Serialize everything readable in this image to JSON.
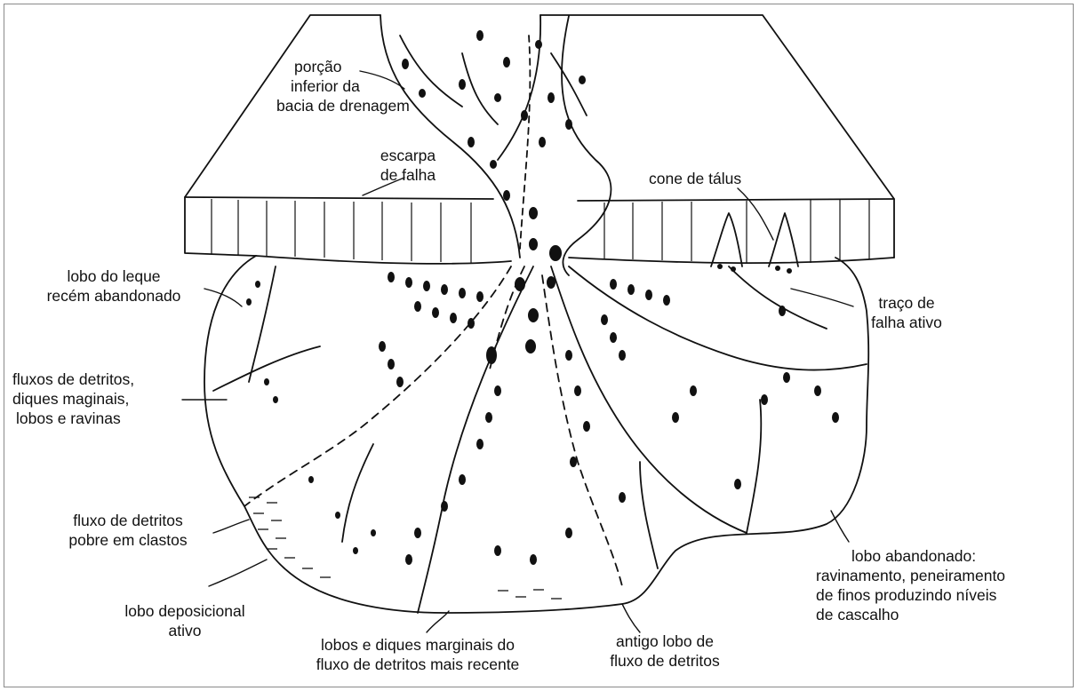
{
  "labels": {
    "drainage_basin": [
      "porção",
      "inferior da",
      "bacia de drenagem"
    ],
    "fault_scarp": [
      "escarpa",
      "de falha"
    ],
    "talus_cone": [
      "cone de tálus"
    ],
    "abandoned_lobe_recent": [
      "lobo do leque",
      "recém abandonado"
    ],
    "active_fault_trace": [
      "traço de",
      "falha ativo"
    ],
    "debris_flows": [
      "fluxos de detritos,",
      "diques maginais,",
      "lobos e ravinas"
    ],
    "clast_poor_flow": [
      "fluxo de detritos",
      "pobre em clastos"
    ],
    "active_lobe": [
      "lobo deposicional",
      "ativo"
    ],
    "recent_lobes_levees": [
      "lobos e diques marginais do",
      "fluxo de detritos mais recente"
    ],
    "old_lobe": [
      "antigo lobo de",
      "fluxo de detritos"
    ],
    "abandoned_lobe": [
      "lobo abandonado:",
      "ravinamento, peneiramento",
      "de finos produzindo níveis",
      "de cascalho"
    ]
  }
}
